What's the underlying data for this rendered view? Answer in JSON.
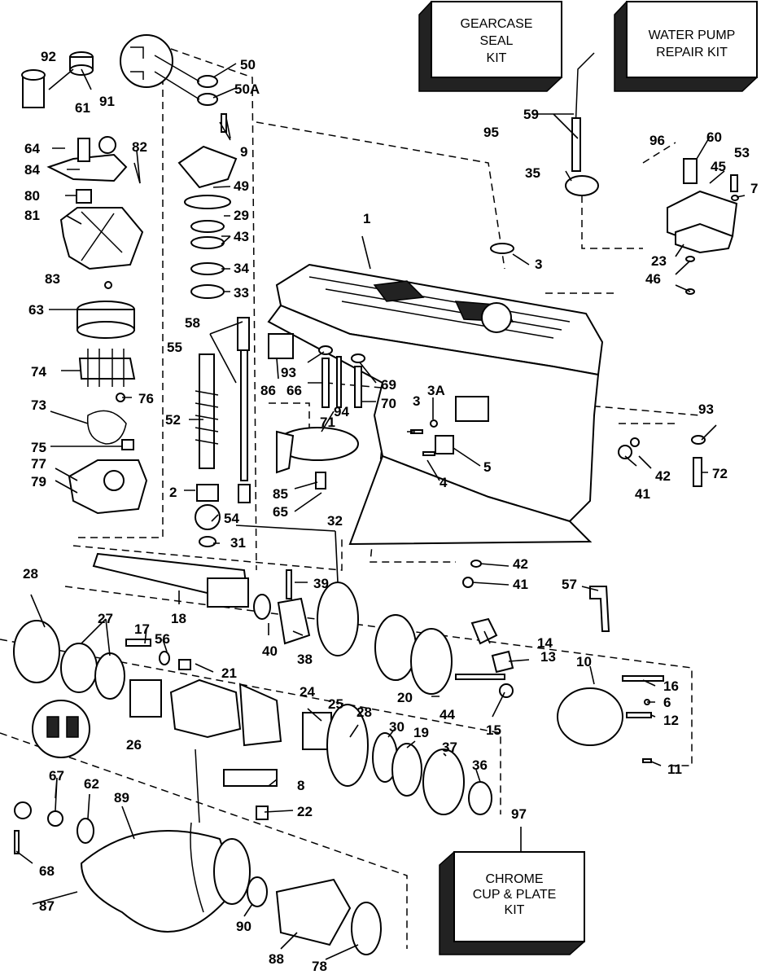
{
  "kits": [
    {
      "id": "kit-gearcase",
      "lines": [
        "GEARCASE",
        "SEAL",
        "KIT"
      ],
      "number": "95"
    },
    {
      "id": "kit-waterpump",
      "lines": [
        "WATER PUMP",
        "REPAIR KIT"
      ],
      "number": "96"
    },
    {
      "id": "kit-chrome",
      "lines": [
        "CHROME",
        "CUP & PLATE",
        "KIT"
      ],
      "number": "97"
    }
  ],
  "labels": [
    "92",
    "91",
    "50",
    "50A",
    "61",
    "64",
    "82",
    "84",
    "9",
    "80",
    "49",
    "81",
    "29",
    "43",
    "34",
    "83",
    "33",
    "63",
    "58",
    "55",
    "74",
    "73",
    "76",
    "52",
    "75",
    "77",
    "79",
    "2",
    "54",
    "32",
    "31",
    "1",
    "3",
    "3A",
    "5",
    "4",
    "59",
    "35",
    "60",
    "53",
    "45",
    "7",
    "23",
    "46",
    "86",
    "93",
    "66",
    "69",
    "94",
    "70",
    "71",
    "85",
    "65",
    "42",
    "41",
    "72",
    "28",
    "27",
    "18",
    "39",
    "17",
    "56",
    "21",
    "40",
    "38",
    "20",
    "44",
    "14",
    "13",
    "10",
    "16",
    "6",
    "12",
    "26",
    "24",
    "25",
    "28",
    "30",
    "19",
    "37",
    "36",
    "15",
    "11",
    "8",
    "22",
    "67",
    "62",
    "89",
    "68",
    "87",
    "90",
    "88",
    "78"
  ]
}
